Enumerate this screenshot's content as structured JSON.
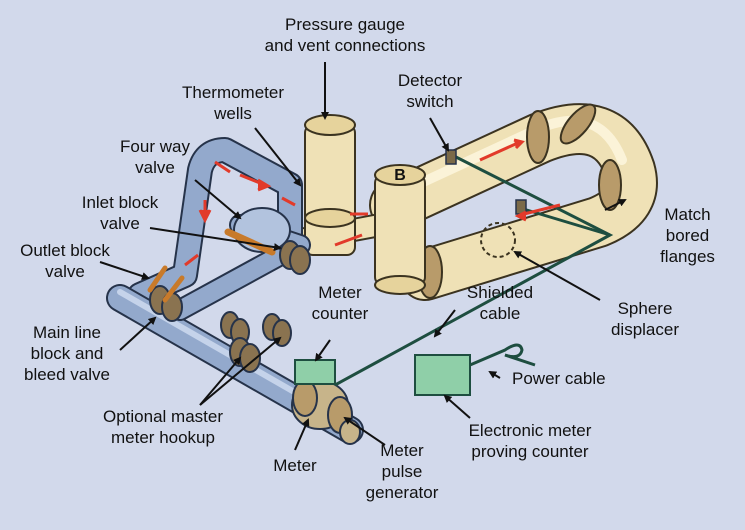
{
  "labels": {
    "pressure_gauge": [
      "Pressure gauge",
      "and vent connections"
    ],
    "thermometer_wells": [
      "Thermometer",
      "wells"
    ],
    "detector_switch": [
      "Detector",
      "switch"
    ],
    "four_way_valve": [
      "Four way",
      "valve"
    ],
    "inlet_block_valve": [
      "Inlet block",
      "valve"
    ],
    "outlet_block_valve": [
      "Outlet block",
      "valve"
    ],
    "main_line_block": [
      "Main line",
      "block and",
      "bleed valve"
    ],
    "match_bored_flanges": [
      "Match",
      "bored",
      "flanges"
    ],
    "shielded_cable": [
      "Shielded",
      "cable"
    ],
    "sphere_displacer": [
      "Sphere",
      "displacer"
    ],
    "meter_counter": [
      "Meter",
      "counter"
    ],
    "power_cable": [
      "Power cable"
    ],
    "optional_master": [
      "Optional master",
      "meter hookup"
    ],
    "meter": [
      "Meter"
    ],
    "meter_pulse": [
      "Meter",
      "pulse",
      "generator"
    ],
    "electronic_counter": [
      "Electronic meter",
      "proving counter"
    ]
  },
  "tank_letter": "B",
  "colors": {
    "background": "#d2d9eb",
    "blue_pipe": "#93a9cc",
    "tan_pipe": "#efe1b6",
    "flange": "#b89b6a",
    "flow_arrow": "#e23a2a",
    "cable": "#1e4e40",
    "box": "#8fcfa8"
  }
}
